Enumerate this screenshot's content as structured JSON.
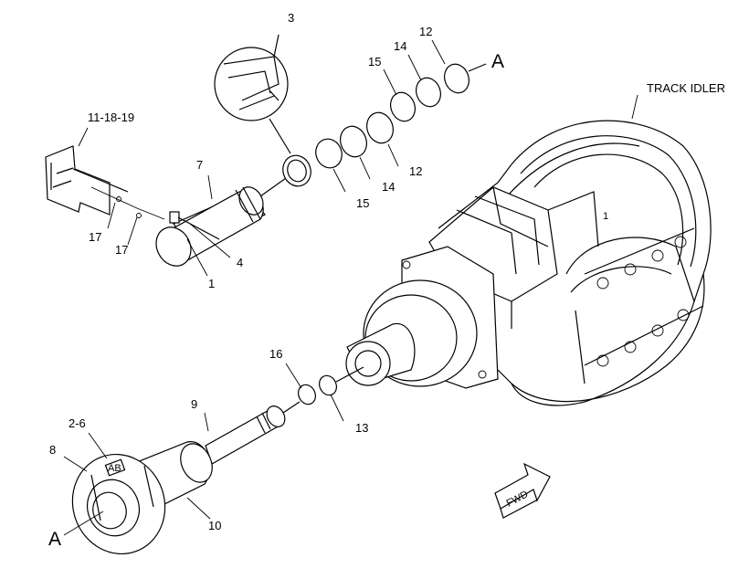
{
  "labels": {
    "track_idler": "TRACK IDLER",
    "ref_a_top": "A",
    "ref_a_bottom": "A",
    "fwd": "FWD",
    "p3": "3",
    "p12a": "12",
    "p14a": "14",
    "p15a": "15",
    "p15b": "15",
    "p14b": "14",
    "p12b": "12",
    "p11_18_19": "11-18-19",
    "p7": "7",
    "p17a": "17",
    "p17b": "17",
    "p4": "4",
    "p1": "1",
    "p16": "16",
    "p13": "13",
    "p9": "9",
    "p2_6": "2-6",
    "p8": "8",
    "p10": "10",
    "idler_mark": "1",
    "cap_mark": "AB"
  }
}
